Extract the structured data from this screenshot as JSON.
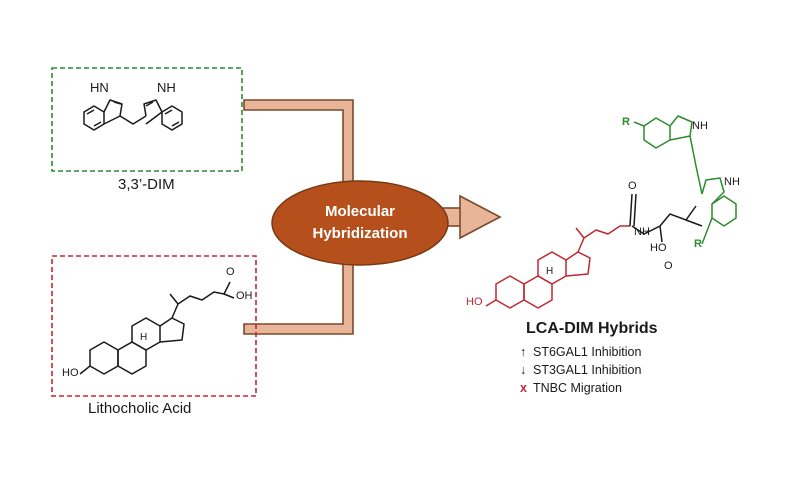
{
  "colors": {
    "connector_fill": "#e9b598",
    "connector_stroke": "#7a4a2e",
    "hub_fill": "#b5501d",
    "dim_box": "#2e8b2e",
    "lca_box": "#c0282f",
    "lca_red": "#c0282f",
    "dim_green": "#2e8b2e"
  },
  "dim_panel": {
    "caption": "3,3’-DIM",
    "label_nh_left": "HN",
    "label_nh_right": "NH"
  },
  "lca_panel": {
    "caption": "Lithocholic Acid",
    "label_oh": "HO",
    "label_cooh": "OH",
    "label_o": "O",
    "label_h": "H"
  },
  "hub": {
    "line1": "Molecular",
    "line2": "Hybridization"
  },
  "hybrid": {
    "title": "LCA-DIM Hybrids",
    "label_ho": "HO",
    "label_o": "O",
    "label_nh": "NH",
    "label_acid": "HO",
    "label_acid_o": "O",
    "label_r1": "R",
    "label_r2": "R",
    "label_indole_nh1": "NH",
    "label_indole_nh2": "NH",
    "label_h": "H",
    "effects": [
      {
        "marker": "↑",
        "text": "ST6GAL1 Inhibition"
      },
      {
        "marker": "↓",
        "text": "ST3GAL1 Inhibition"
      },
      {
        "marker": "x",
        "text": "TNBC Migration"
      }
    ]
  }
}
